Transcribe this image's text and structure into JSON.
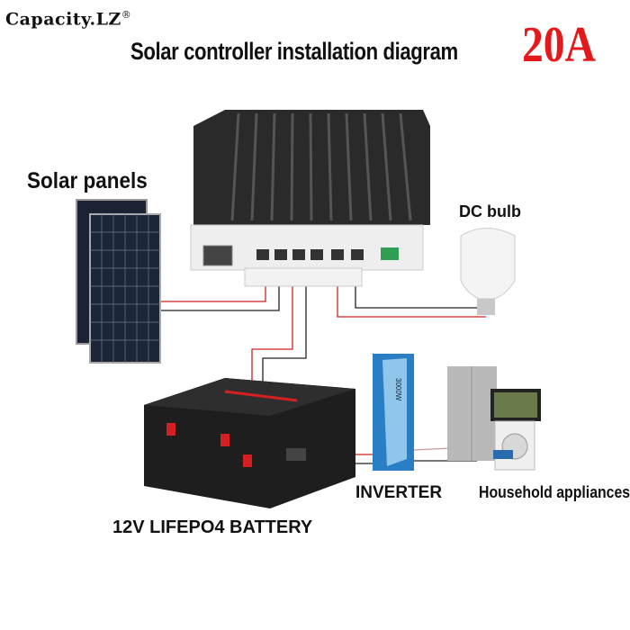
{
  "header": {
    "logo": "Capacity.LZ",
    "logo_mark": "®",
    "title": "Solar controller installation diagram",
    "rating": "20A"
  },
  "labels": {
    "solar_panels": "Solar panels",
    "dc_bulb": "DC bulb",
    "battery": "12V LIFEPO4 BATTERY",
    "inverter": "INVERTER",
    "appliances": "Household appliances"
  },
  "colors": {
    "accent": "#e3191b",
    "wire_positive": "#d42020",
    "wire_negative": "#222222",
    "inverter": "#2a7ec4"
  }
}
